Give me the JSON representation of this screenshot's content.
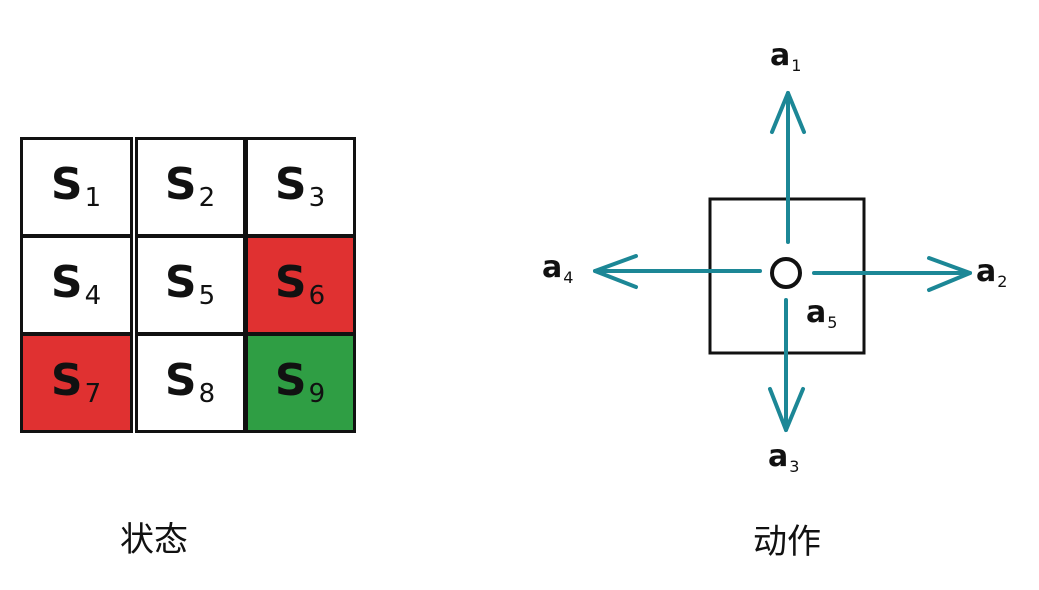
{
  "states_panel": {
    "caption": "状态",
    "cells": [
      {
        "id": "S1",
        "main": "S",
        "sub": "1",
        "color": "white"
      },
      {
        "id": "S2",
        "main": "S",
        "sub": "2",
        "color": "white"
      },
      {
        "id": "S3",
        "main": "S",
        "sub": "3",
        "color": "white"
      },
      {
        "id": "S4",
        "main": "S",
        "sub": "4",
        "color": "white"
      },
      {
        "id": "S5",
        "main": "S",
        "sub": "5",
        "color": "white"
      },
      {
        "id": "S6",
        "main": "S",
        "sub": "6",
        "color": "red"
      },
      {
        "id": "S7",
        "main": "S",
        "sub": "7",
        "color": "red"
      },
      {
        "id": "S8",
        "main": "S",
        "sub": "8",
        "color": "white"
      },
      {
        "id": "S9",
        "main": "S",
        "sub": "9",
        "color": "green"
      }
    ]
  },
  "actions_panel": {
    "caption": "动作",
    "actions": [
      {
        "id": "a1",
        "main": "a",
        "sub": "1",
        "direction": "up"
      },
      {
        "id": "a2",
        "main": "a",
        "sub": "2",
        "direction": "right"
      },
      {
        "id": "a3",
        "main": "a",
        "sub": "3",
        "direction": "down"
      },
      {
        "id": "a4",
        "main": "a",
        "sub": "4",
        "direction": "left"
      },
      {
        "id": "a5",
        "main": "a",
        "sub": "5",
        "direction": "stay"
      }
    ]
  },
  "colors": {
    "stroke": "#111111",
    "red_cell": "#e03131",
    "green_cell": "#2f9e44",
    "arrow": "#1c8796"
  }
}
